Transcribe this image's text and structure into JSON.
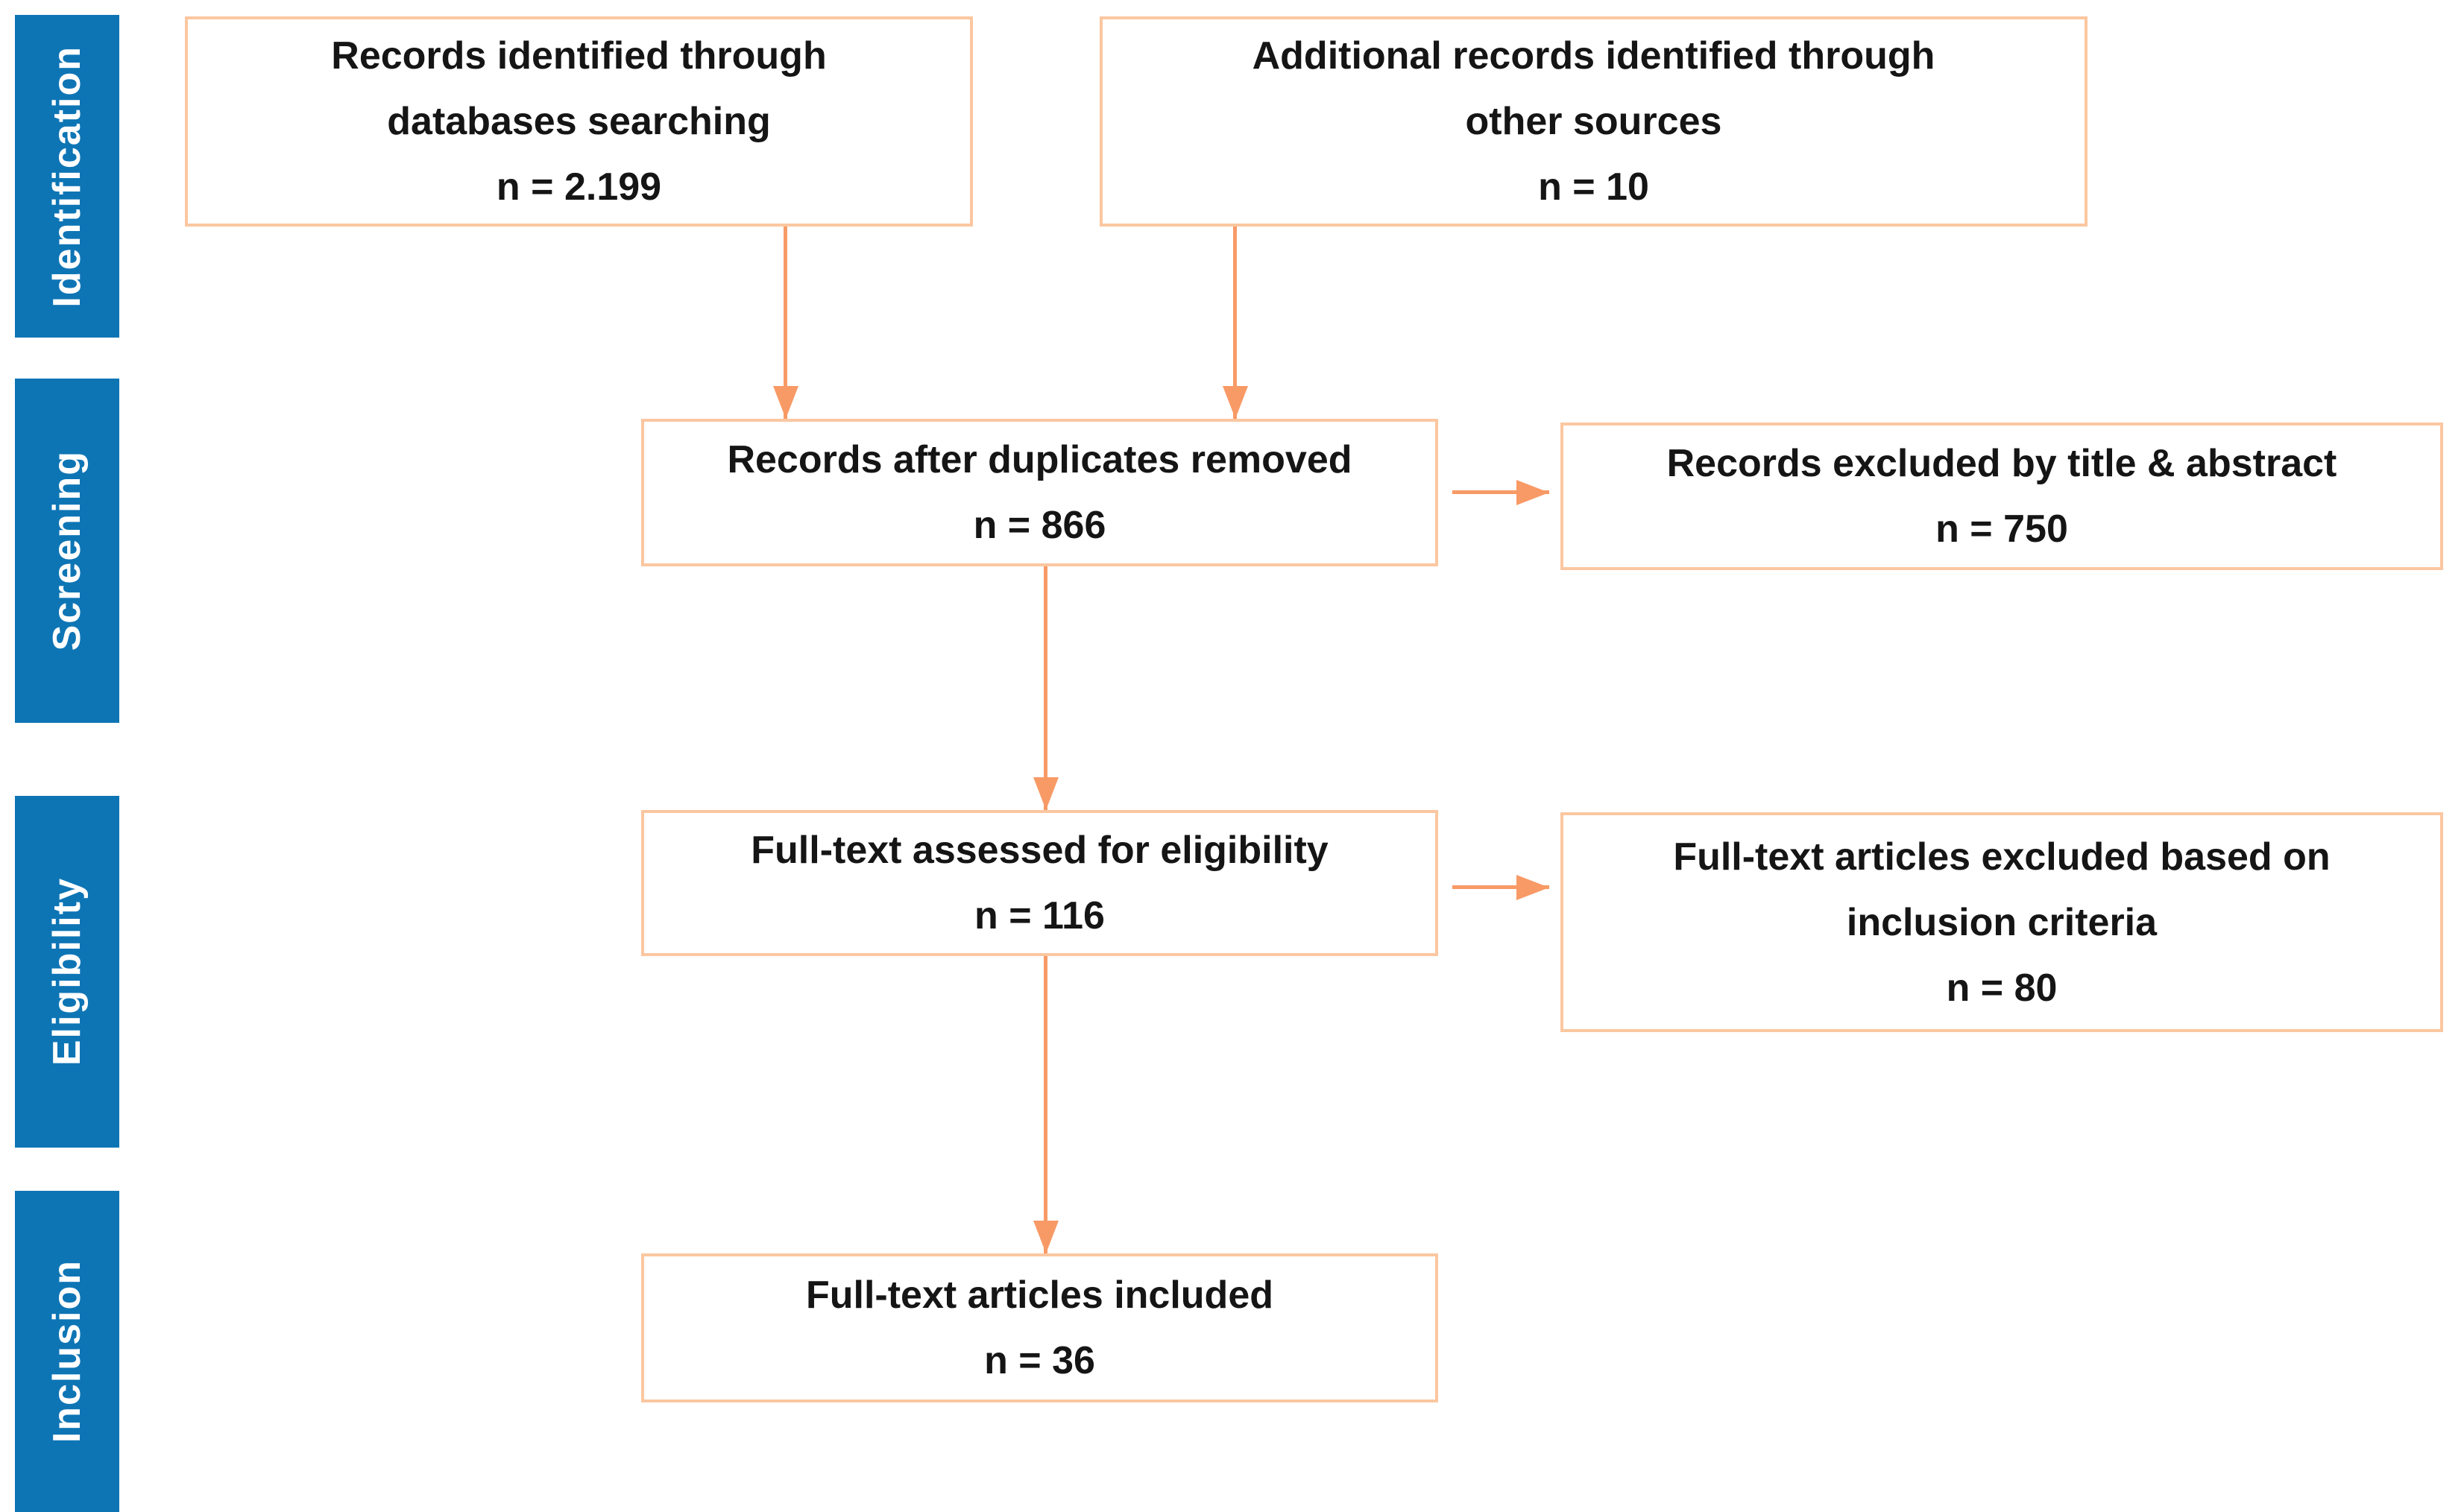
{
  "colors": {
    "stage_blue": "#0e75b5",
    "box_border": "#fbc7a0",
    "arrow": "#f89a66",
    "text": "#151515"
  },
  "sidebar": {
    "stages": [
      {
        "label": "Identification"
      },
      {
        "label": "Screening"
      },
      {
        "label": "Eligibility"
      },
      {
        "label": "Inclusion"
      }
    ]
  },
  "flow": {
    "boxes": [
      {
        "id": "records-identified",
        "lines": [
          "Records identified through",
          "databases searching",
          "n = 2.199"
        ]
      },
      {
        "id": "additional-records",
        "lines": [
          "Additional records identified through",
          "other sources",
          "n = 10"
        ]
      },
      {
        "id": "after-duplicates",
        "lines": [
          "Records after duplicates removed",
          "n = 866"
        ]
      },
      {
        "id": "excluded-title-abstract",
        "lines": [
          "Records excluded by title & abstract",
          "n = 750"
        ]
      },
      {
        "id": "fulltext-assessed",
        "lines": [
          "Full-text assessed for eligibility",
          "n = 116"
        ]
      },
      {
        "id": "fulltext-excluded",
        "lines": [
          "Full-text articles excluded based on",
          "inclusion criteria",
          "n = 80"
        ]
      },
      {
        "id": "fulltext-included",
        "lines": [
          "Full-text articles included",
          "n = 36"
        ]
      }
    ]
  }
}
